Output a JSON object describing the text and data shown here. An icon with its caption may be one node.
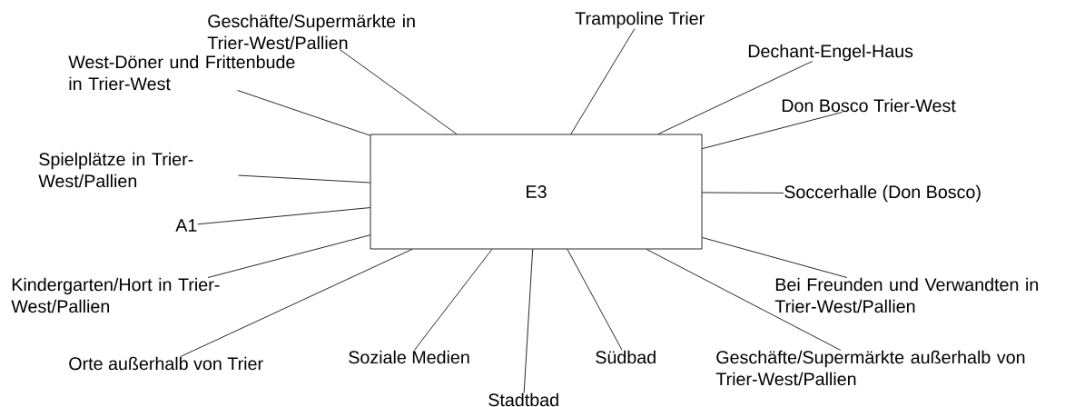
{
  "diagram": {
    "nodes": [
      {
        "text": [
          "E3"
        ]
      },
      {
        "text": [
          "Geschäfte/Supermärkte in Trier-West/Pallien"
        ]
      },
      {
        "text": [
          "Trampoline Trier"
        ]
      },
      {
        "text": [
          "Dechant-Engel-Haus"
        ]
      },
      {
        "text": [
          "West-Döner und Frittenbude in Trier-West"
        ]
      },
      {
        "text": [
          "Don Bosco Trier-West"
        ]
      },
      {
        "text": [
          "Spielplätze in Trier-West/Pallien"
        ]
      },
      {
        "text": [
          "Soccerhalle (Don Bosco)"
        ]
      },
      {
        "text": [
          "A1"
        ]
      },
      {
        "text": [
          "Kindergarten/Hort in Trier-West/Pallien"
        ]
      },
      {
        "text": [
          "Bei Freunden und Verwandten in Trier-West/Pallien"
        ]
      },
      {
        "text": [
          "Orte außerhalb von Trier"
        ]
      },
      {
        "text": [
          "Soziale Medien"
        ]
      },
      {
        "text": [
          "Stadtbad"
        ]
      },
      {
        "text": [
          "Südbad"
        ]
      },
      {
        "text": [
          "Geschäfte/Supermärkte außerhalb von Trier-West/Pallien"
        ]
      }
    ],
    "edges": [
      {
        "from": 1,
        "to": 0,
        "arrow": "none"
      },
      {
        "from": 2,
        "to": 0,
        "arrow": "none"
      },
      {
        "from": 3,
        "to": 0,
        "arrow": "none"
      },
      {
        "from": 4,
        "to": 0,
        "arrow": "none"
      },
      {
        "from": 5,
        "to": 0,
        "arrow": "none"
      },
      {
        "from": 6,
        "to": 0,
        "arrow": "none"
      },
      {
        "from": 7,
        "to": 0,
        "arrow": "none"
      },
      {
        "from": 8,
        "to": 0,
        "arrow": "none"
      },
      {
        "from": 9,
        "to": 0,
        "arrow": "none"
      },
      {
        "from": 10,
        "to": 0,
        "arrow": "none"
      },
      {
        "from": 11,
        "to": 0,
        "arrow": "none"
      },
      {
        "from": 12,
        "to": 0,
        "arrow": "none"
      },
      {
        "from": 13,
        "to": 0,
        "arrow": "none"
      },
      {
        "from": 14,
        "to": 0,
        "arrow": "none"
      },
      {
        "from": 15,
        "to": 0,
        "arrow": "none"
      }
    ]
  }
}
